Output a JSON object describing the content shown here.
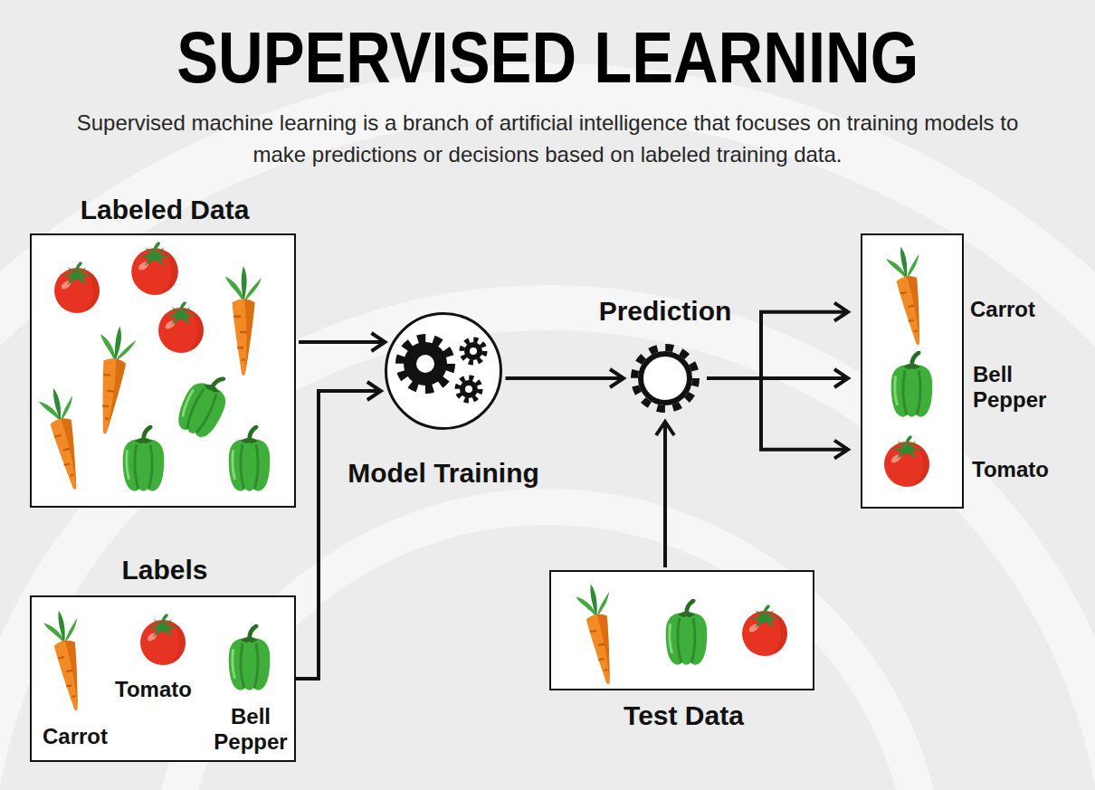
{
  "diagram": {
    "title": "SUPERVISED LEARNING",
    "caption": "Supervised machine learning is a branch of artificial intelligence that focuses on training models to make predictions or decisions based on labeled training data.",
    "nodes": [
      {
        "text": [
          "Labeled Data"
        ]
      },
      {
        "text": [
          "Model Training"
        ]
      },
      {
        "text": [
          "Prediction"
        ]
      },
      {
        "text": [
          "Carrot",
          "Bell Pepper",
          "Tomato"
        ]
      },
      {
        "text": [
          "Labels",
          "Tomato",
          "Bell Pepper",
          "Carrot"
        ]
      },
      {
        "text": [
          "Test Data"
        ]
      }
    ],
    "edges": [
      {
        "from": 0,
        "to": 1,
        "arrow": "to"
      },
      {
        "from": 4,
        "to": 1,
        "arrow": "to"
      },
      {
        "from": 1,
        "to": 2,
        "arrow": "to"
      },
      {
        "from": 5,
        "to": 2,
        "arrow": "to"
      },
      {
        "from": 2,
        "to": 3,
        "arrow": "to"
      }
    ]
  }
}
